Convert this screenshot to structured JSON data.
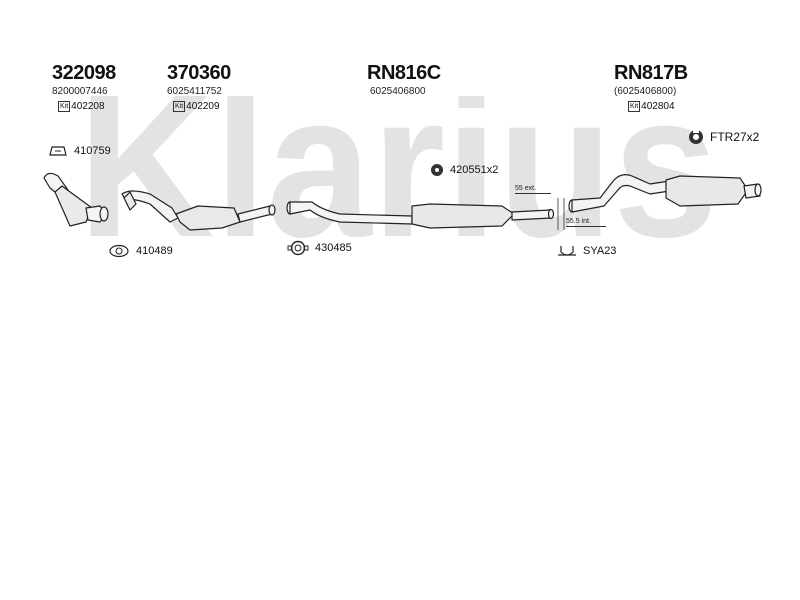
{
  "watermark": "Klarius",
  "parts": [
    {
      "code": "322098",
      "oem": "8200007446",
      "kit_badge": "Kit",
      "kit": "402208"
    },
    {
      "code": "370360",
      "oem": "6025411752",
      "kit_badge": "Kit",
      "kit": "402209"
    },
    {
      "code": "RN816C",
      "oem": "6025406800"
    },
    {
      "code": "RN817B",
      "oem": "(6025406800)",
      "kit_badge": "Kit",
      "kit": "402804"
    }
  ],
  "accessories": {
    "a1": "410759",
    "a2": "410489",
    "a3": "420551x2",
    "a4": "430485",
    "a5": "FTR27x2",
    "a6": "SYA23"
  },
  "dimensions": {
    "ext": "55 ext.",
    "int": "55.5 int."
  }
}
